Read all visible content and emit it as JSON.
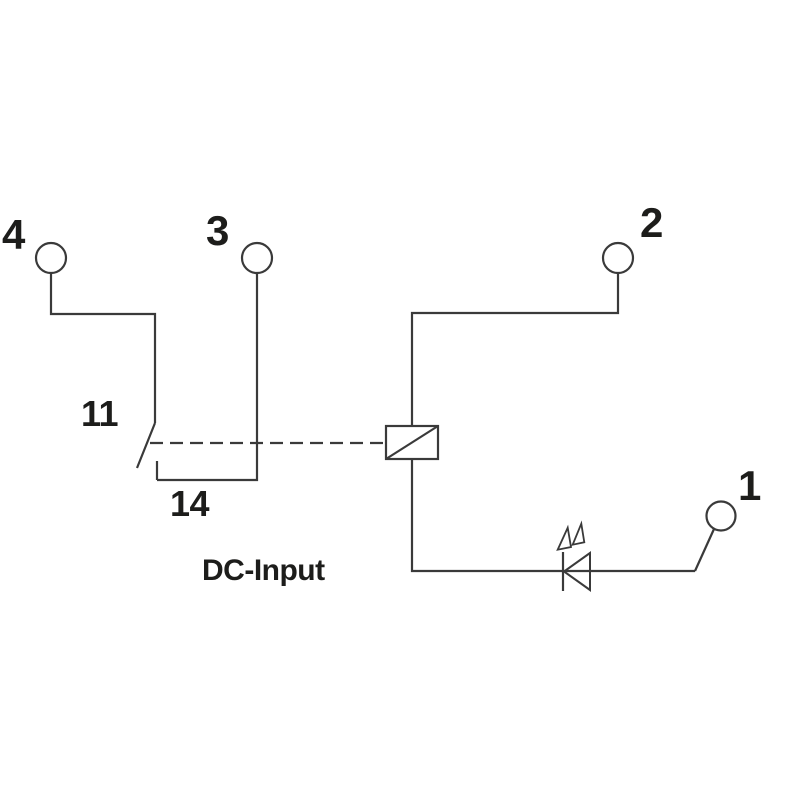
{
  "diagram": {
    "caption": "DC-Input",
    "type": "relay-wiring-schematic"
  },
  "terminals": [
    {
      "label": "4"
    },
    {
      "label": "3"
    },
    {
      "label": "2"
    },
    {
      "label": "1"
    }
  ],
  "contact": {
    "movable_label": "11",
    "fixed_label": "14"
  },
  "components": [
    {
      "name": "relay-coil"
    },
    {
      "name": "led"
    },
    {
      "name": "no-switch-contact"
    }
  ],
  "colors": {
    "background": "#ffffff",
    "line": "#3a3a3a",
    "text": "#1d1d1b"
  }
}
